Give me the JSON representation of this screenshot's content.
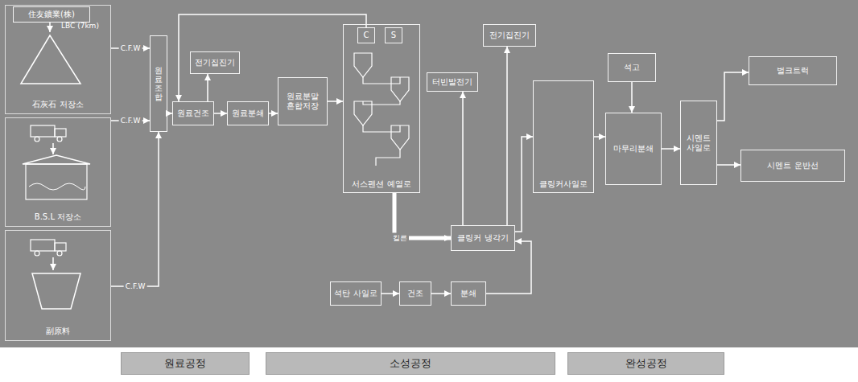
{
  "diagram": {
    "nodes": [
      {
        "text": [
          "石灰石 저장소"
        ]
      },
      {
        "text": [
          "住友鑛業(株)"
        ],
        "in": 0
      },
      {
        "text": [
          "B.S.L 저장소"
        ]
      },
      {
        "text": [
          "副原料"
        ]
      },
      {
        "text": [
          "원료조합"
        ]
      },
      {
        "text": [
          "원료건조"
        ]
      },
      {
        "text": [
          "전기집진기"
        ]
      },
      {
        "text": [
          "원료분쇄"
        ]
      },
      {
        "text": [
          "원료분말 혼합저장"
        ]
      },
      {
        "text": [
          "서스펜션 예열로"
        ]
      },
      {
        "text": [
          "C"
        ],
        "in": 9
      },
      {
        "text": [
          "S"
        ],
        "in": 9
      },
      {
        "text": [
          "터빈발전기"
        ]
      },
      {
        "text": [
          "전기집진기"
        ]
      },
      {
        "text": [
          "클링커 냉각기"
        ]
      },
      {
        "text": [
          "석탄 사일로"
        ]
      },
      {
        "text": [
          "건조"
        ]
      },
      {
        "text": [
          "분쇄"
        ]
      },
      {
        "text": [
          "클링커사일로"
        ]
      },
      {
        "text": [
          "석고"
        ]
      },
      {
        "text": [
          "마무리분쇄"
        ]
      },
      {
        "text": [
          "시멘트 사일로"
        ]
      },
      {
        "text": [
          "벌크트럭"
        ]
      },
      {
        "text": [
          "시멘트 운반선"
        ]
      },
      {
        "text": [
          "원료공정"
        ]
      },
      {
        "text": [
          "소성공정"
        ]
      },
      {
        "text": [
          "완성공정"
        ]
      }
    ],
    "edges": [
      {
        "from": 0,
        "to": 4,
        "label": "C.F.W",
        "arrow": "to"
      },
      {
        "from": 2,
        "to": 4,
        "label": "C.F.W",
        "arrow": "to"
      },
      {
        "from": 3,
        "to": 4,
        "label": "C.F.W",
        "arrow": "to"
      },
      {
        "from": 4,
        "to": 5,
        "arrow": "to"
      },
      {
        "from": 5,
        "to": 6,
        "arrow": "to"
      },
      {
        "from": 5,
        "to": 7,
        "arrow": "to"
      },
      {
        "from": 7,
        "to": 8,
        "arrow": "to"
      },
      {
        "from": 8,
        "to": 9,
        "arrow": "to"
      },
      {
        "from": 10,
        "to": 5,
        "arrow": "to"
      },
      {
        "from": 9,
        "to": 14,
        "label": "킬른",
        "arrow": "to"
      },
      {
        "from": 14,
        "to": 13,
        "arrow": "to"
      },
      {
        "from": 14,
        "to": 12,
        "arrow": "to"
      },
      {
        "from": 15,
        "to": 16,
        "arrow": "to"
      },
      {
        "from": 16,
        "to": 17,
        "arrow": "to"
      },
      {
        "from": 17,
        "to": 14,
        "arrow": "to"
      },
      {
        "from": 14,
        "to": 18,
        "arrow": "to"
      },
      {
        "from": 18,
        "to": 20,
        "arrow": "to"
      },
      {
        "from": 19,
        "to": 20,
        "arrow": "to"
      },
      {
        "from": 20,
        "to": 21,
        "arrow": "to"
      },
      {
        "from": 21,
        "to": 22,
        "arrow": "to"
      },
      {
        "from": 21,
        "to": 23,
        "arrow": "to"
      }
    ],
    "labels": [
      "LBC (7km)"
    ]
  }
}
